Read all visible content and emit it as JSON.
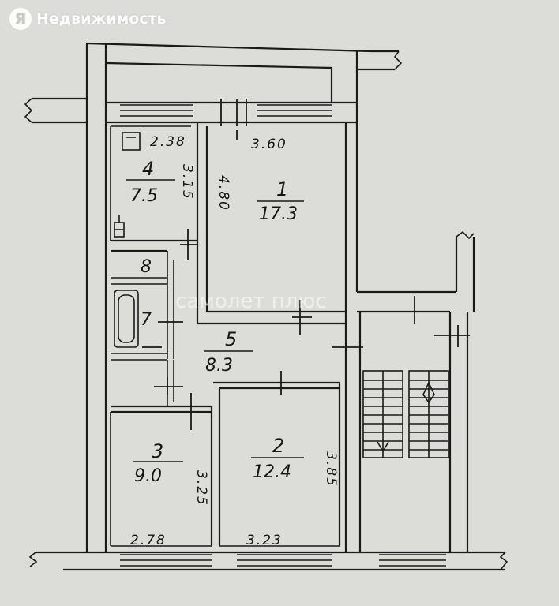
{
  "brand": {
    "logo_letter": "Я",
    "name": "Недвижимость"
  },
  "watermark": "самолет плюс",
  "rooms": [
    {
      "number": "1",
      "area": "17.3"
    },
    {
      "number": "2",
      "area": "12.4"
    },
    {
      "number": "3",
      "area": "9.0"
    },
    {
      "number": "4",
      "area": "7.5"
    },
    {
      "number": "5",
      "area": "8.3"
    },
    {
      "number": "7"
    },
    {
      "number": "8"
    }
  ],
  "dimensions": {
    "room4_width": "2.38",
    "room4_height": "3.15",
    "room1_width": "3.60",
    "room1_height": "4.80",
    "room3_width": "2.78",
    "room3_height": "3.25",
    "room2_width": "3.23",
    "room2_height": "3.85"
  },
  "colors": {
    "paper": "#dcdcd8",
    "ink": "#1a1a1a"
  },
  "icons": [
    "yandex-logo-icon",
    "stair-arrow-up-icon",
    "stair-arrow-down-icon",
    "sink-icon",
    "bathtub-icon",
    "toilet-icon"
  ]
}
